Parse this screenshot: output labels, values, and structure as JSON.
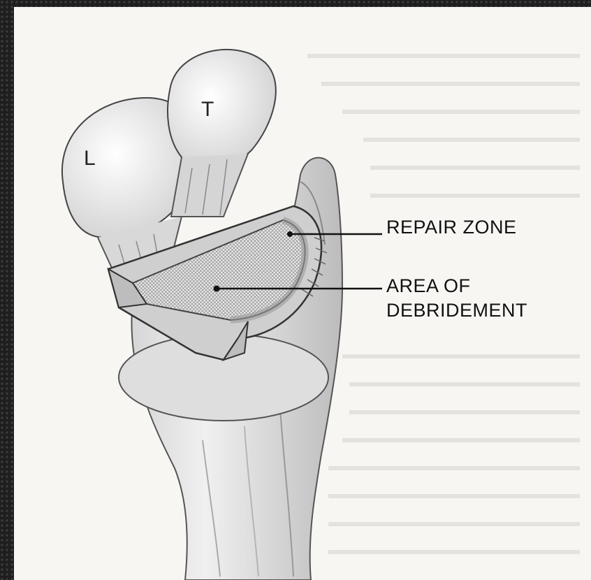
{
  "bone_labels": {
    "lunate": "L",
    "triquetrum": "T"
  },
  "callouts": {
    "repair_zone": "REPAIR ZONE",
    "area_of_debridement_line1": "AREA OF",
    "area_of_debridement_line2": "DEBRIDEMENT"
  },
  "colors": {
    "page_background": "#f7f6f3",
    "frame": "#1e1e1e",
    "ink": "#111111"
  }
}
